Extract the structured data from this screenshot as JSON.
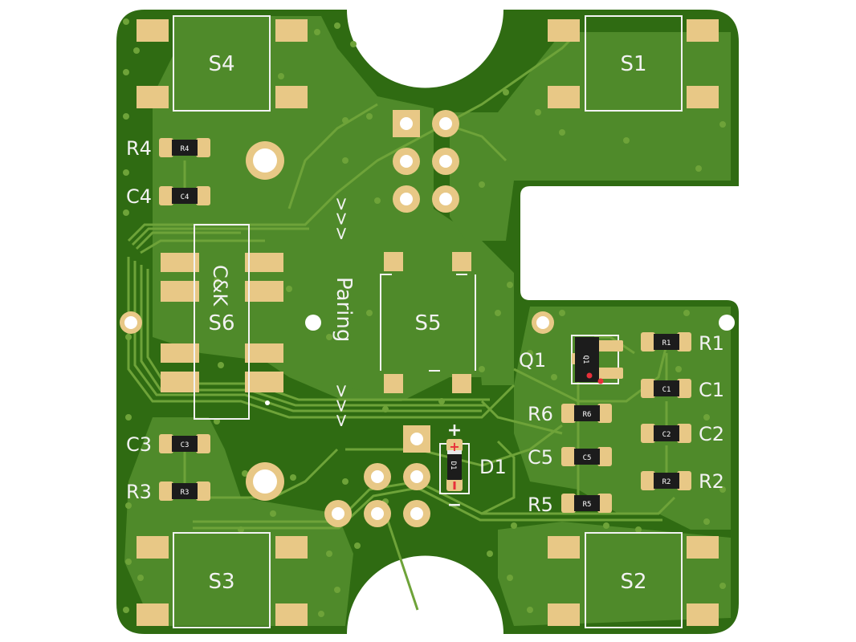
{
  "colors": {
    "background": "#ffffff",
    "board": "#2f6b12",
    "copper_fill": "#4f8a2a",
    "trace": "#6ea339",
    "pad": "#e8c886",
    "silkscreen": "#f2f2f2",
    "component_body": "#1c1c1c",
    "polarity_mark": "#e8303a"
  },
  "labels": {
    "s1": "S1",
    "s2": "S2",
    "s3": "S3",
    "s4": "S4",
    "s5": "S5",
    "s6": "S6",
    "ck": "C&K",
    "paring": "Paring",
    "arrows_top": ">>>",
    "arrows_bottom": ">>>",
    "r1": "R1",
    "r2": "R2",
    "r3": "R3",
    "r4": "R4",
    "r5": "R5",
    "r6": "R6",
    "c1": "C1",
    "c2": "C2",
    "c3": "C3",
    "c4": "C4",
    "c5": "C5",
    "d1": "D1",
    "q1": "Q1",
    "plus": "+",
    "minus": "−"
  },
  "component_marks": {
    "r1": "R1",
    "r2": "R2",
    "r3": "R3",
    "r4": "R4",
    "r5": "R5",
    "r6": "R6",
    "c1": "C1",
    "c2": "C2",
    "c3": "C3",
    "c4": "C4",
    "c5": "C5",
    "d1": "D1",
    "q1": "Q1"
  }
}
